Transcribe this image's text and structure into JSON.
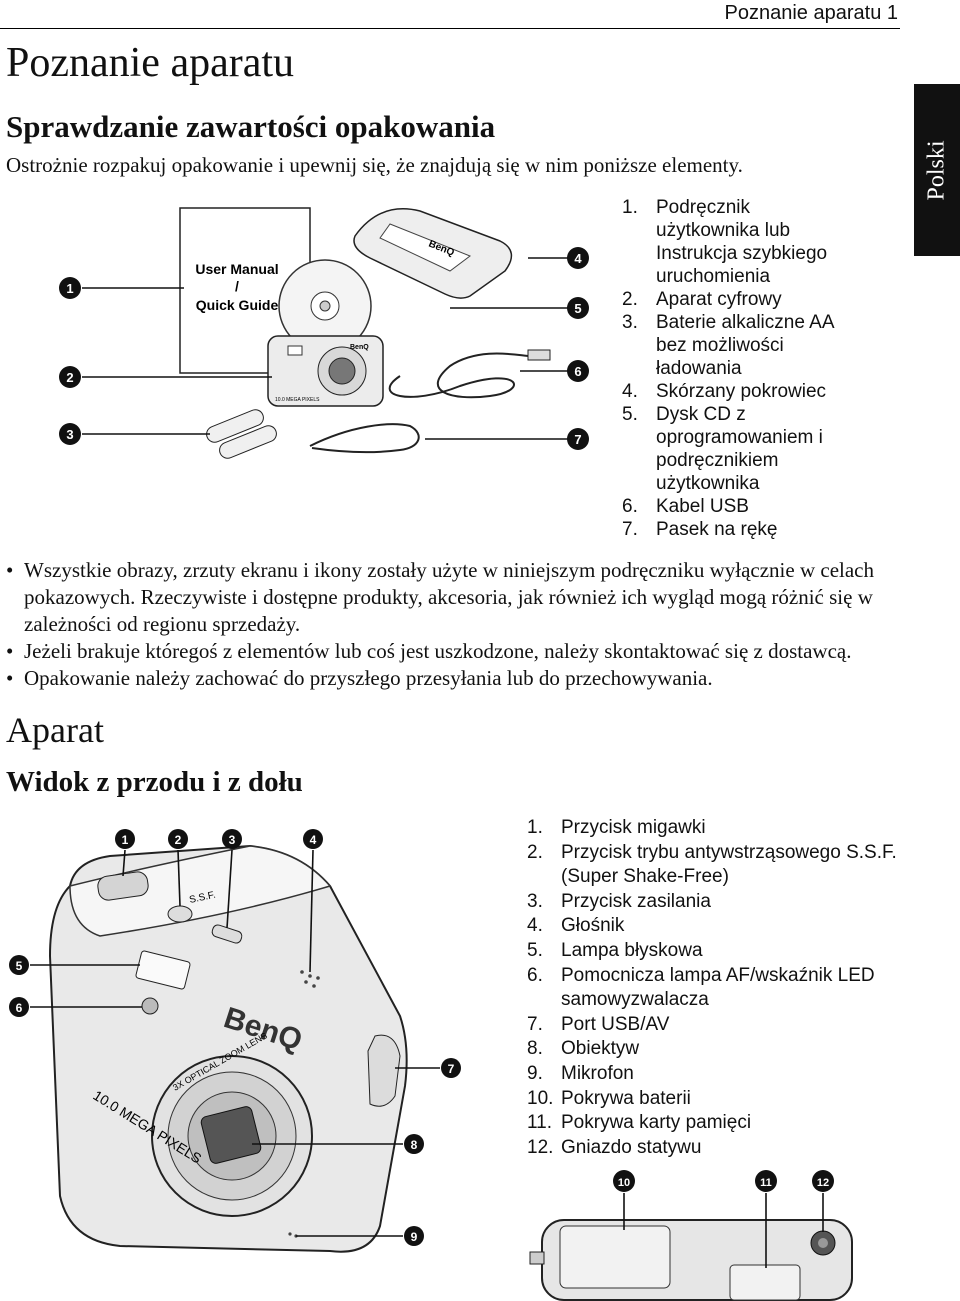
{
  "header": {
    "running": "Poznanie aparatu  1"
  },
  "side_tab": "Polski",
  "section1": {
    "title": "Poznanie aparatu",
    "subtitle": "Sprawdzanie zawartości opakowania",
    "intro": "Ostrożnie rozpakuj opakowanie i upewnij się, że znajdują się w nim poniższe elementy."
  },
  "package_figure": {
    "manual_line1": "User Manual",
    "manual_line2": "/",
    "manual_line3": "Quick Guide",
    "brand": "BenQ",
    "camera_label": "10.0 MEGA PIXELS",
    "callouts": [
      "1",
      "2",
      "3",
      "4",
      "5",
      "6",
      "7"
    ]
  },
  "package_items": [
    {
      "num": "1.",
      "text": "Podręcznik użytkownika lub Instrukcja szybkiego uruchomienia"
    },
    {
      "num": "2.",
      "text": "Aparat cyfrowy"
    },
    {
      "num": "3.",
      "text": "Baterie alkaliczne AA bez możliwości ładowania"
    },
    {
      "num": "4.",
      "text": "Skórzany pokrowiec"
    },
    {
      "num": "5.",
      "text": "Dysk CD z oprogramowaniem i podręcznikiem użytkownika"
    },
    {
      "num": "6.",
      "text": "Kabel USB"
    },
    {
      "num": "7.",
      "text": "Pasek na rękę"
    }
  ],
  "notes": [
    "Wszystkie obrazy, zrzuty ekranu i ikony zostały użyte w niniejszym podręczniku wyłącznie w celach pokazowych. Rzeczywiste i dostępne produkty, akcesoria, jak również ich wygląd mogą różnić się w zależności od regionu sprzedaży.",
    "Jeżeli brakuje któregoś z elementów lub coś jest uszkodzone, należy skontaktować się z dostawcą.",
    "Opakowanie należy zachować do przyszłego przesyłania lub do przechowywania."
  ],
  "section2": {
    "title": "Aparat",
    "subtitle": "Widok z przodu i z dołu"
  },
  "camera_figure": {
    "brand": "BenQ",
    "side_label": "10.0 MEGA PIXELS",
    "lens_label": "3X OPTICAL ZOOM LENS",
    "ssf_label": "S.S.F.",
    "callouts": [
      "1",
      "2",
      "3",
      "4",
      "5",
      "6",
      "7",
      "8",
      "9",
      "10",
      "11",
      "12"
    ]
  },
  "camera_parts": [
    {
      "num": "1.",
      "text": "Przycisk migawki"
    },
    {
      "num": "2.",
      "text": "Przycisk trybu antywstrząsowego S.S.F. (Super Shake-Free)"
    },
    {
      "num": "3.",
      "text": "Przycisk zasilania"
    },
    {
      "num": "4.",
      "text": "Głośnik"
    },
    {
      "num": "5.",
      "text": "Lampa błyskowa"
    },
    {
      "num": "6.",
      "text": "Pomocnicza lampa AF/wskaźnik LED samowyzwalacza"
    },
    {
      "num": "7.",
      "text": "Port USB/AV"
    },
    {
      "num": "8.",
      "text": "Obiektyw"
    },
    {
      "num": "9.",
      "text": "Mikrofon"
    },
    {
      "num": "10.",
      "text": "Pokrywa baterii"
    },
    {
      "num": "11.",
      "text": "Pokrywa karty pamięci"
    },
    {
      "num": "12.",
      "text": "Gniazdo statywu"
    }
  ]
}
